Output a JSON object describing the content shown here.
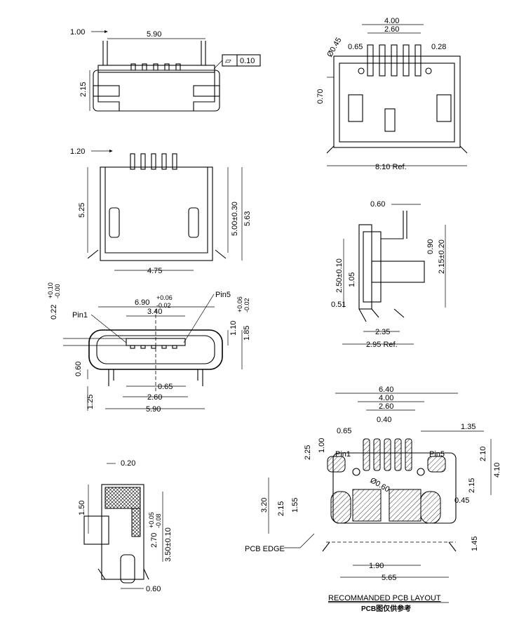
{
  "views": {
    "top": {
      "dims": [
        "1.00",
        "5.90",
        "2.15"
      ],
      "flatness_symbol": "▱",
      "flatness_value": "0.10"
    },
    "front": {
      "dims": [
        "4.00",
        "2.60",
        "0.65",
        "0.28",
        "Ø0.45",
        "0.70",
        "8.10 Ref."
      ]
    },
    "bottom": {
      "dims": [
        "1.20",
        "5.25",
        "5.00±0.30",
        "5.63",
        "4.75"
      ]
    },
    "side_right": {
      "dims": [
        "0.60",
        "0.90",
        "2.15±0.20",
        "2.50±0.10",
        "1.05",
        "0.51",
        "2.35",
        "2.95 Ref."
      ]
    },
    "face": {
      "labels": [
        "Pin1",
        "Pin5"
      ],
      "dims": [
        "0.22",
        "+0.10",
        "-0.00",
        "6.90",
        "+0.06",
        "-0.02",
        "3.40",
        "1.10",
        "1.85",
        "+0.06",
        "-0.02",
        "0.60",
        "0.65",
        "2.60",
        "1.25",
        "5.90"
      ]
    },
    "side_left": {
      "dims": [
        "0.20",
        "1.50",
        "2.70",
        "+0.05",
        "-0.08",
        "3.50±0.10",
        "0.60"
      ]
    },
    "pcb": {
      "dims": [
        "6.40",
        "4.00",
        "2.60",
        "0.40",
        "0.65",
        "1.35",
        "2.25",
        "1.00",
        "2.10",
        "4.10",
        "Ø0.60",
        "2.15",
        "0.45",
        "3.20",
        "2.15",
        "1.55",
        "1.45",
        "1.90",
        "5.65"
      ],
      "labels": [
        "Pin1",
        "Pin5",
        "PCB EDGE"
      ],
      "title": "RECOMMANDED PCB LAYOUT",
      "subtitle": "PCB图仅供参考"
    }
  }
}
